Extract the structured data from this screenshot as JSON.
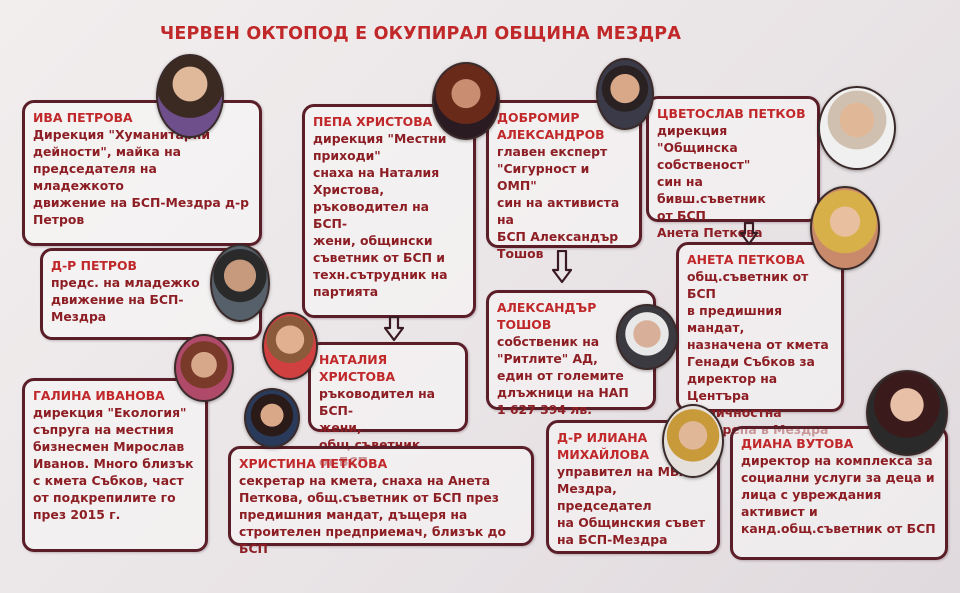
{
  "title": "ЧЕРВЕН ОКТОПОД Е ОКУПИРАЛ ОБЩИНА МЕЗДРА",
  "colors": {
    "accent_red": "#c0282a",
    "text_dark_red": "#8c1e24",
    "border": "#5a1e28"
  },
  "people": {
    "iva": {
      "name": "ИВА ПЕТРОВА",
      "desc": "Дирекция \"Хуманитарни\nдейности\", майка на\nпредседателя на младежкото\nдвижение на БСП-Мездра д-р\nПетров"
    },
    "petrov": {
      "name": "Д-Р ПЕТРОВ",
      "desc": "предс. на младежко\nдвижение на БСП-\nМездра"
    },
    "galina": {
      "name": "ГАЛИНА ИВАНОВА",
      "desc": "дирекция \"Екология\"\nсъпруга на местния\nбизнесмен Мирослав\nИванов. Много близък\nс кмета Събков, част\nот подкрепилите го\nпрез 2015 г."
    },
    "pepa": {
      "name": "ПЕПА ХРИСТОВА",
      "desc": "дирекция \"Местни\nприходи\"\nснаха на Наталия\nХристова,\nръководител на БСП-\nжени, общински\nсъветник от БСП и\nтехн.сътрудник на\nпартията"
    },
    "nataliya": {
      "name": "НАТАЛИЯ ХРИСТОВА",
      "desc": "ръководител на БСП-\nжени, общ.съветник\nот БСП"
    },
    "hristina": {
      "name": "ХРИСТИНА ПЕТКОВА",
      "desc": "секретар на кмета, снаха на Анета\nПеткова, общ.съветник от БСП през\nпредишния мандат, дъщеря на\nстроителен предприемач, близък до БСП"
    },
    "dobromir": {
      "name": "ДОБРОМИР\nАЛЕКСАНДРОВ",
      "desc": "главен експерт\n\"Сигурност и ОМП\"\nсин на активиста на\nБСП Александър\nТошов"
    },
    "aleksandar": {
      "name": "АЛЕКСАНДЪР ТОШОВ",
      "desc": "собственик на\n\"Ритлите\" АД,\nедин от големите\nдлъжници на НАП\n1 627 394 лв."
    },
    "iliana": {
      "name": "Д-Р ИЛИАНА\nМИХАЙЛОВА",
      "desc": "управител на МБАЛ-\nМездра, председател\nна Общинския съвет\nна БСП-Мездра"
    },
    "tsvetoslav": {
      "name": "ЦВЕТОСЛАВ ПЕТКОВ",
      "desc": "дирекция \"Общинска\nсобственост\"\nсин на бивш.съветник\nот БСП\nАнета Петкова"
    },
    "aneta": {
      "name": "АНЕТА ПЕТКОВА",
      "desc": "общ.съветник от БСП\nв предишния мандат,\nназначена от кмета\nГенади Събков за\nдиректор на Центъра\nза личностна\nподкрепа в Мездра"
    },
    "diana": {
      "name": "ДИАНА ВУТОВА",
      "desc": "директор на комплекса за\nсоциални услуги за деца и\nлица с увреждания\nактивист и\nканд.общ.съветник от БСП"
    }
  }
}
